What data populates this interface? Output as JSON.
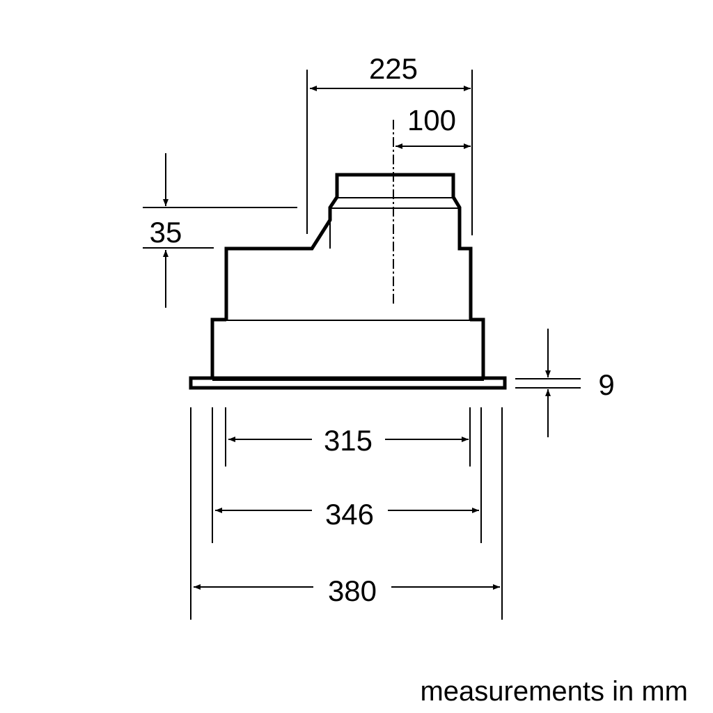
{
  "dimensions": {
    "top_width": "225",
    "duct_offset": "100",
    "step_height": "35",
    "flange_height": "9",
    "inner_width": "315",
    "body_width": "346",
    "overall_width": "380"
  },
  "note": "measurements in mm"
}
